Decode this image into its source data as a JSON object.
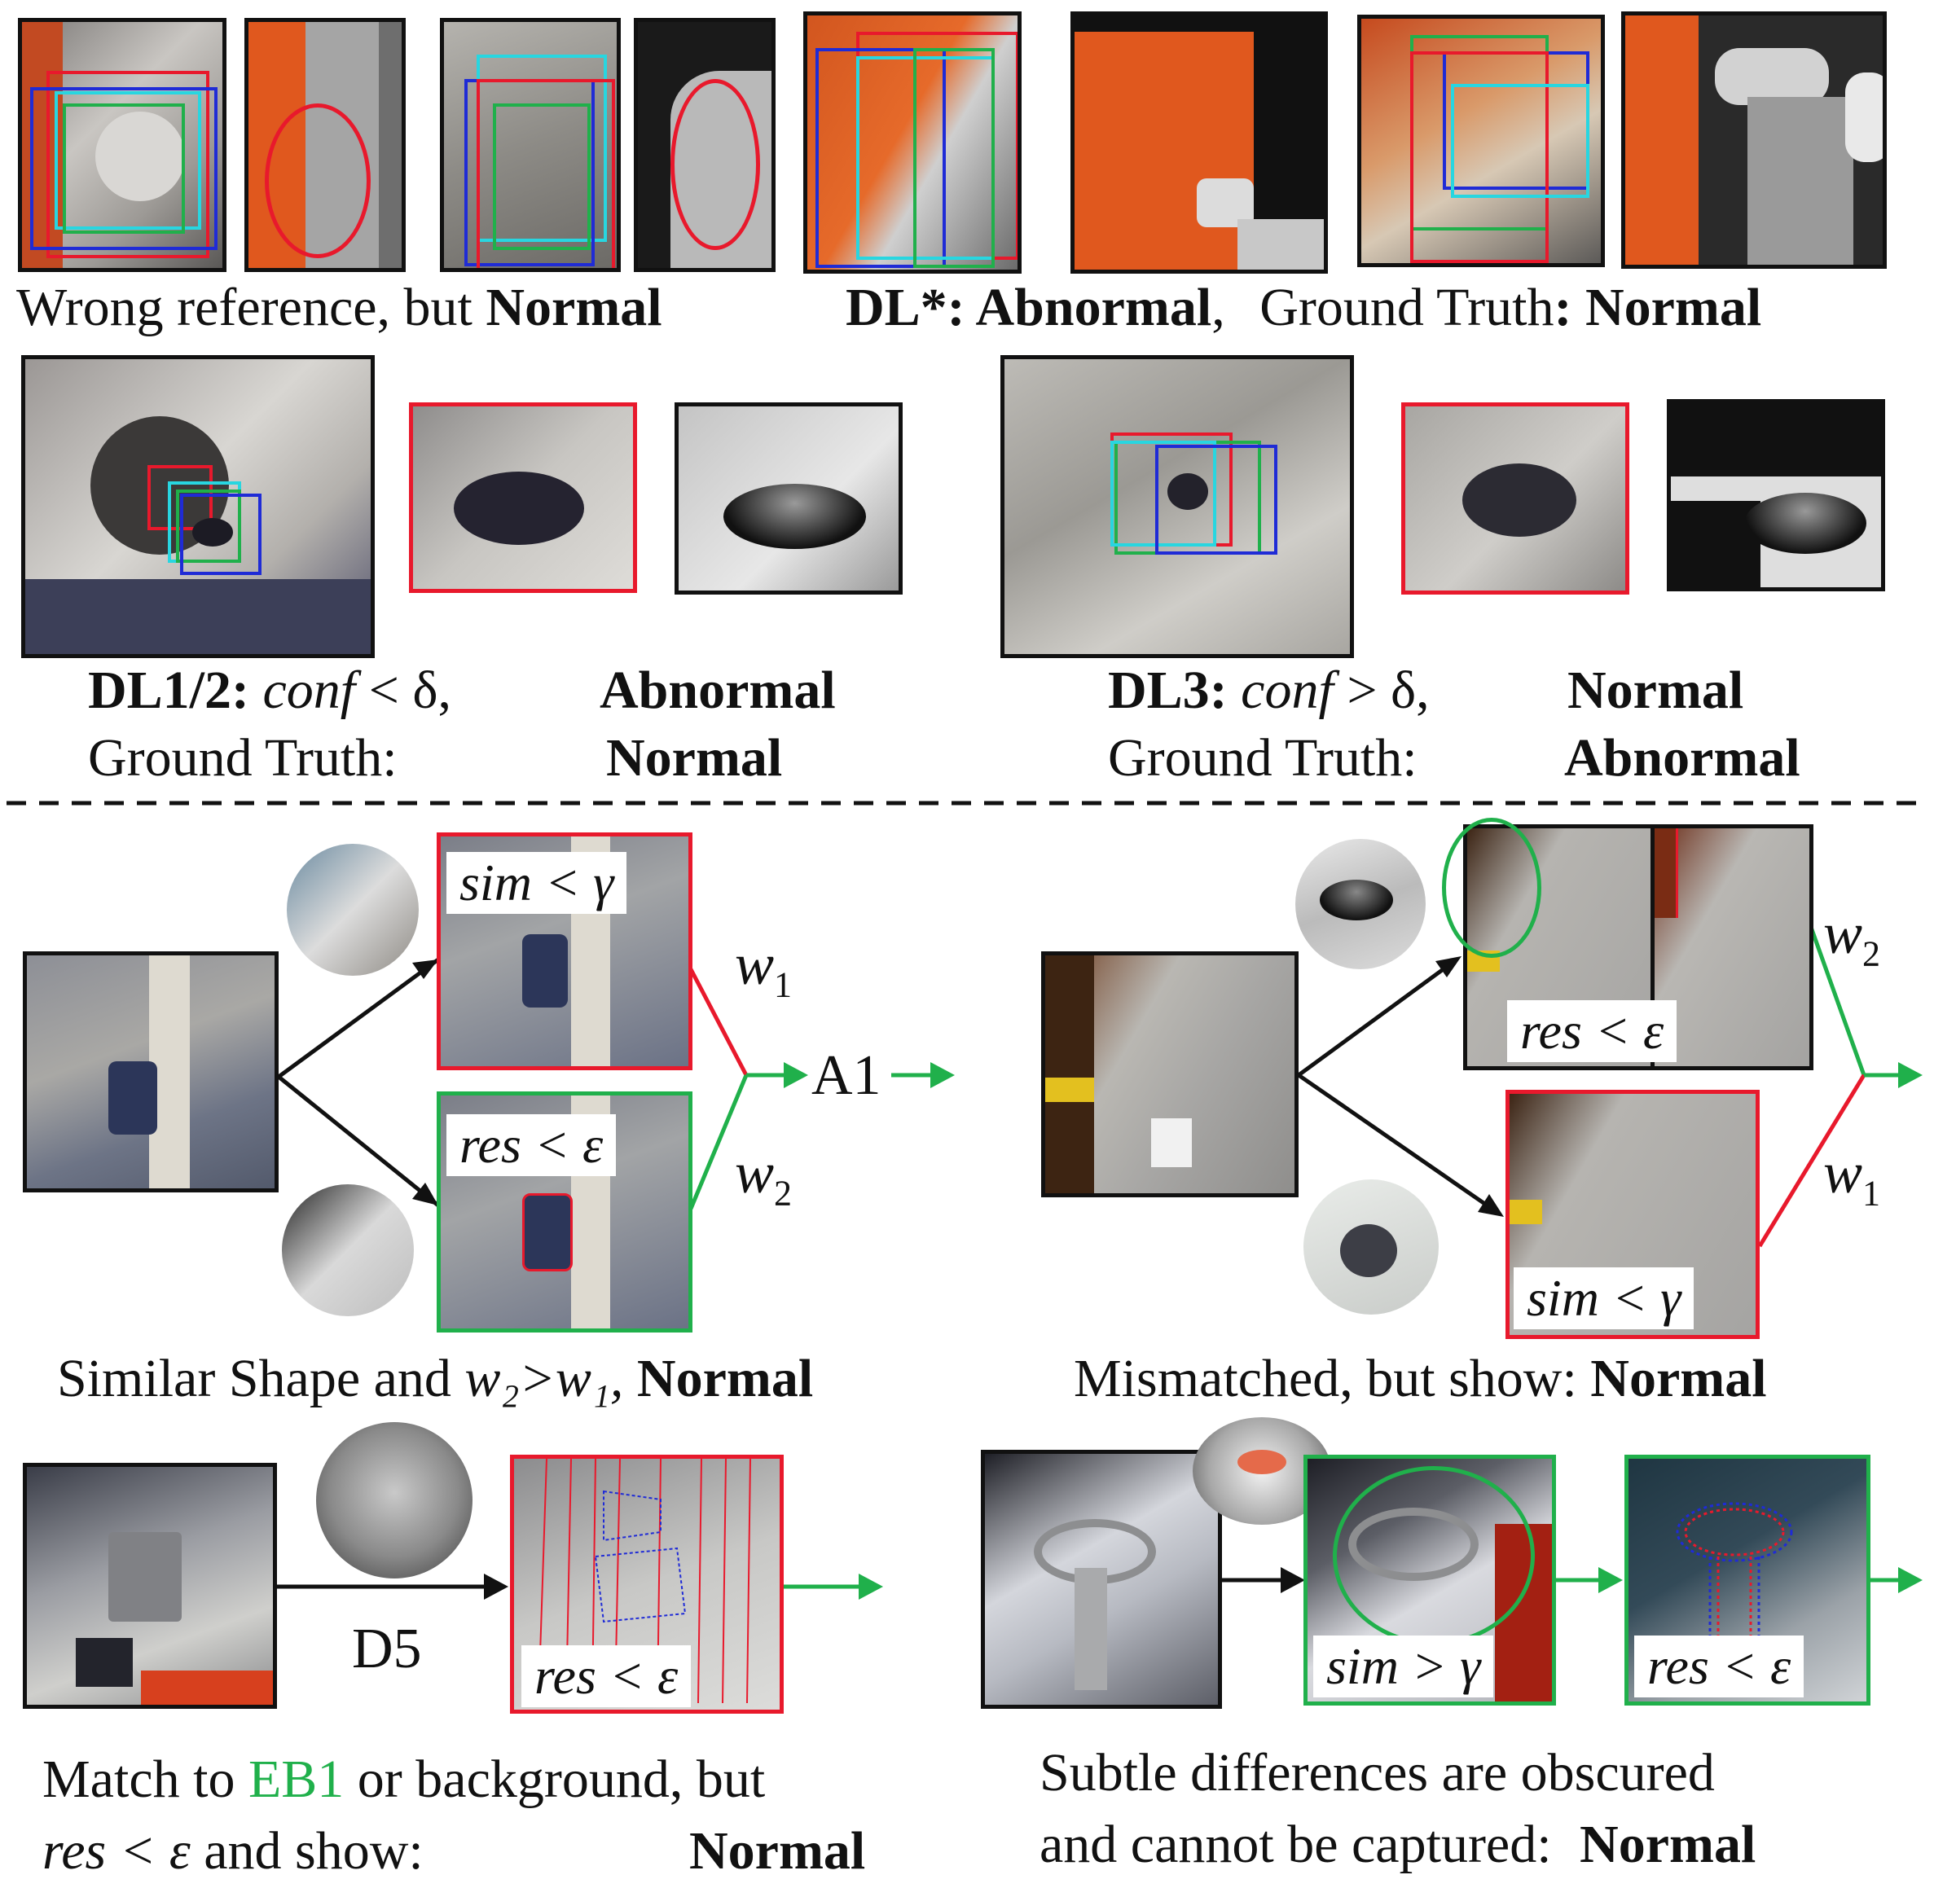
{
  "row1": {
    "caption_left": "Wrong reference, but",
    "caption_left_bold": "Normal",
    "caption_mid_bold": "DL*: Abnormal",
    "caption_mid_sep": ",",
    "caption_right": "Ground Truth",
    "caption_right_bold": ": Normal"
  },
  "row2": {
    "left": {
      "label_bold": "DL1/2:",
      "cond_var": "conf",
      "cond_op": "< δ,",
      "verdict": "Abnormal",
      "gt_label": "Ground Truth:",
      "gt_value": "Normal"
    },
    "right": {
      "label_bold": "DL3:",
      "cond_var": "conf",
      "cond_op": "> δ,",
      "verdict": "Normal",
      "gt_label": "Ground Truth:",
      "gt_value": "Abnormal"
    }
  },
  "row3": {
    "left": {
      "box_top": "sim < γ",
      "box_bottom": "res < ε",
      "w1": "w",
      "w1_sub": "1",
      "w2": "w",
      "w2_sub": "2",
      "node": "A1",
      "caption": "Similar Shape and",
      "caption_math": "w₂>w₁,",
      "caption_bold": "Normal"
    },
    "right": {
      "box_top": "res < ε",
      "box_bottom": "sim < γ",
      "w2": "w",
      "w2_sub": "2",
      "w1": "w",
      "w1_sub": "1",
      "caption": "Mismatched, but show:",
      "caption_bold": "Normal"
    }
  },
  "row4": {
    "left": {
      "edge_label": "D5",
      "box": "res < ε",
      "caption_1a": "Match to",
      "caption_1b": "EB1",
      "caption_1c": "or background, but",
      "caption_2_math": "res < ε",
      "caption_2": "and show:",
      "caption_2_bold": "Normal"
    },
    "right": {
      "box_sim": "sim > γ",
      "box_res": "res < ε",
      "caption_1": "Subtle differences are obscured",
      "caption_2": "and cannot be captured:",
      "caption_2_bold": "Normal"
    }
  },
  "colors": {
    "red": "#e8192c",
    "green": "#20b04b",
    "blue": "#1f2bd6",
    "cyan": "#28d6e0",
    "orange": "#e2571f"
  }
}
